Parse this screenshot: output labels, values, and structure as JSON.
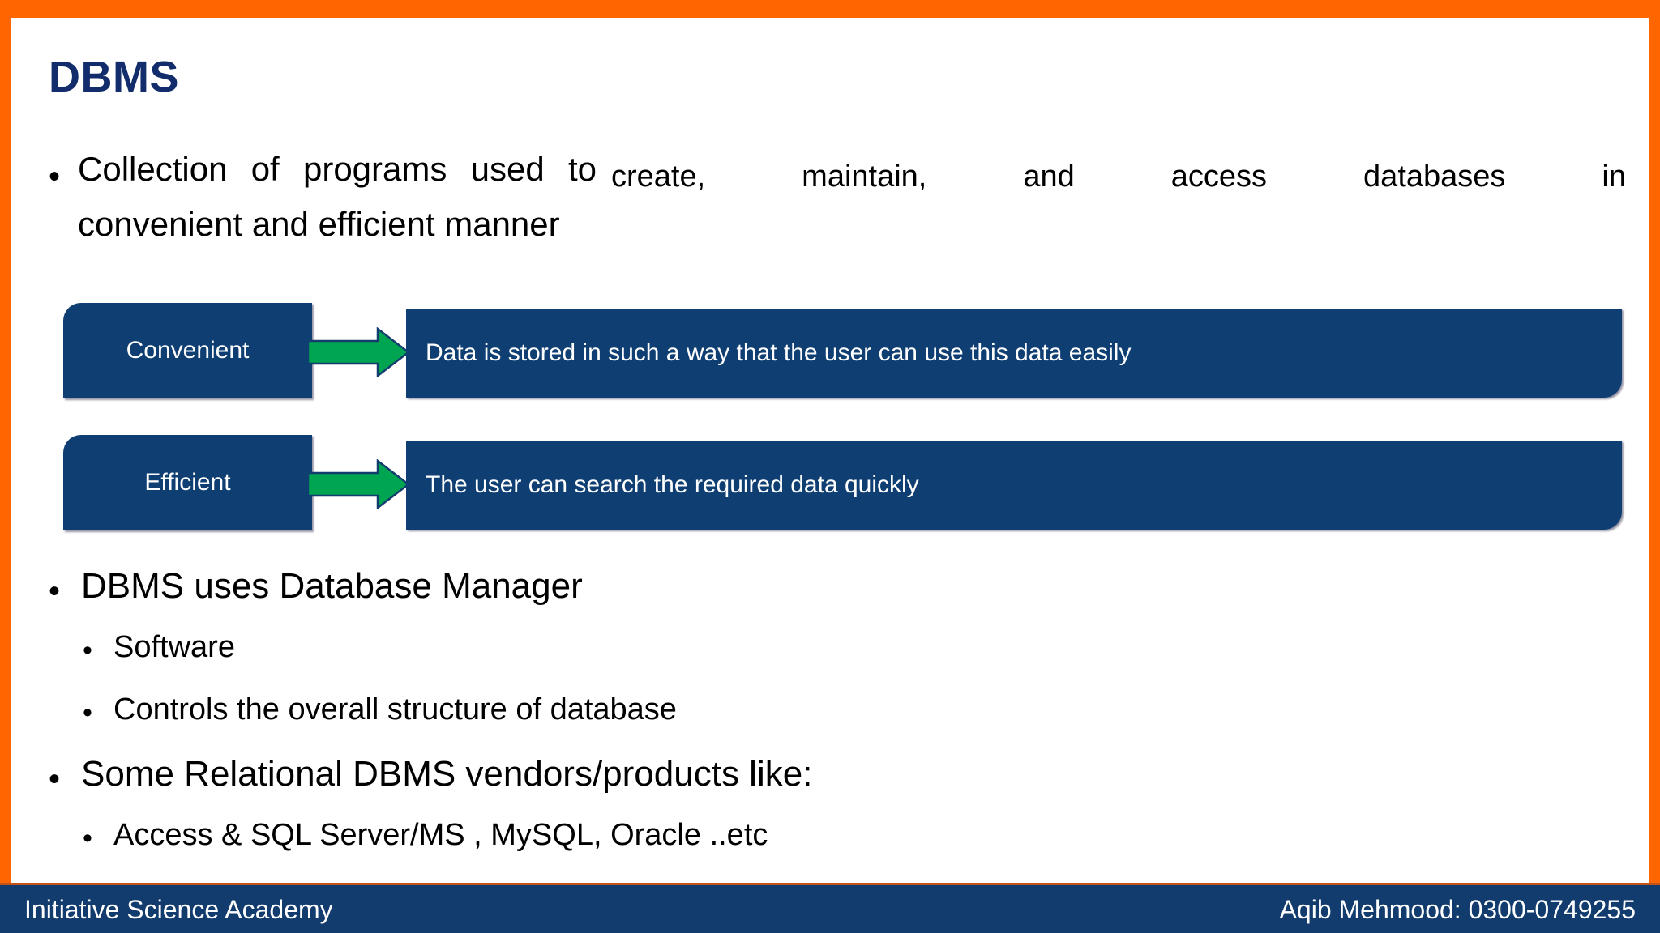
{
  "slide": {
    "title": "DBMS",
    "frame_color": "#FF6600",
    "title_color": "#132C6B",
    "box_color": "#0F3F72",
    "arrow_color": "#00A551",
    "footer_color": "#123C6E"
  },
  "intro": {
    "bullet_glyph": "•",
    "segment_a": "Collection of programs used to",
    "segment_b": "create, maintain, and access databases in",
    "line2": "convenient and efficient manner"
  },
  "diagram": {
    "rows": [
      {
        "term": "Convenient",
        "definition": "Data is stored in such a way that the user can use this data easily",
        "arrow_icon": "right-arrow-icon"
      },
      {
        "term": "Efficient",
        "definition": "The user can search the required data quickly",
        "arrow_icon": "right-arrow-icon"
      }
    ]
  },
  "bullets": [
    {
      "level": 1,
      "glyph": "•",
      "text": "DBMS uses Database Manager"
    },
    {
      "level": 2,
      "glyph": "•",
      "text": "Software"
    },
    {
      "level": 2,
      "glyph": "•",
      "text": "Controls the overall structure of database"
    },
    {
      "level": 1,
      "glyph": "•",
      "text": "Some Relational DBMS vendors/products like:"
    },
    {
      "level": 2,
      "glyph": "•",
      "text": "Access & SQL Server/MS , MySQL, Oracle ..etc"
    }
  ],
  "footer": {
    "left": "Initiative Science Academy",
    "right": "Aqib Mehmood: 0300-0749255"
  }
}
